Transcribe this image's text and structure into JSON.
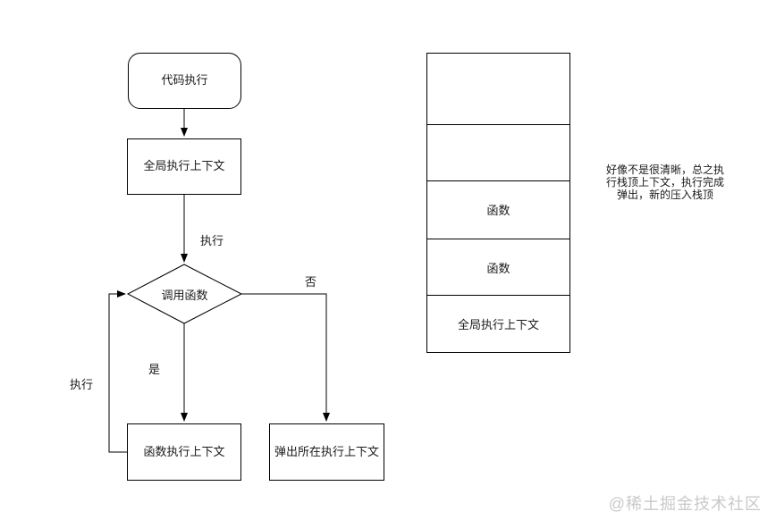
{
  "flowchart": {
    "nodes": {
      "start": {
        "label": "代码执行"
      },
      "global_context": {
        "label": "全局执行上下文"
      },
      "decision": {
        "label": "调用函数"
      },
      "function_context": {
        "label": "函数执行上下文"
      },
      "pop_context": {
        "label": "弹出所在执行上下文"
      }
    },
    "edge_labels": {
      "execute_top": "执行",
      "no": "否",
      "yes": "是",
      "execute_loop": "执行"
    }
  },
  "stack": {
    "cells": [
      {
        "label": ""
      },
      {
        "label": ""
      },
      {
        "label": "函数"
      },
      {
        "label": "函数"
      },
      {
        "label": "全局执行上下文"
      }
    ]
  },
  "annotation": {
    "lines": [
      "好像不是很清晰，总之执",
      "行栈顶上下文，执行完成",
      "弹出，新的压入栈顶"
    ]
  },
  "watermark": {
    "text": "@稀土掘金技术社区"
  },
  "colors": {
    "line": "#000000",
    "background": "#ffffff",
    "watermark": "#c9c9c9"
  }
}
